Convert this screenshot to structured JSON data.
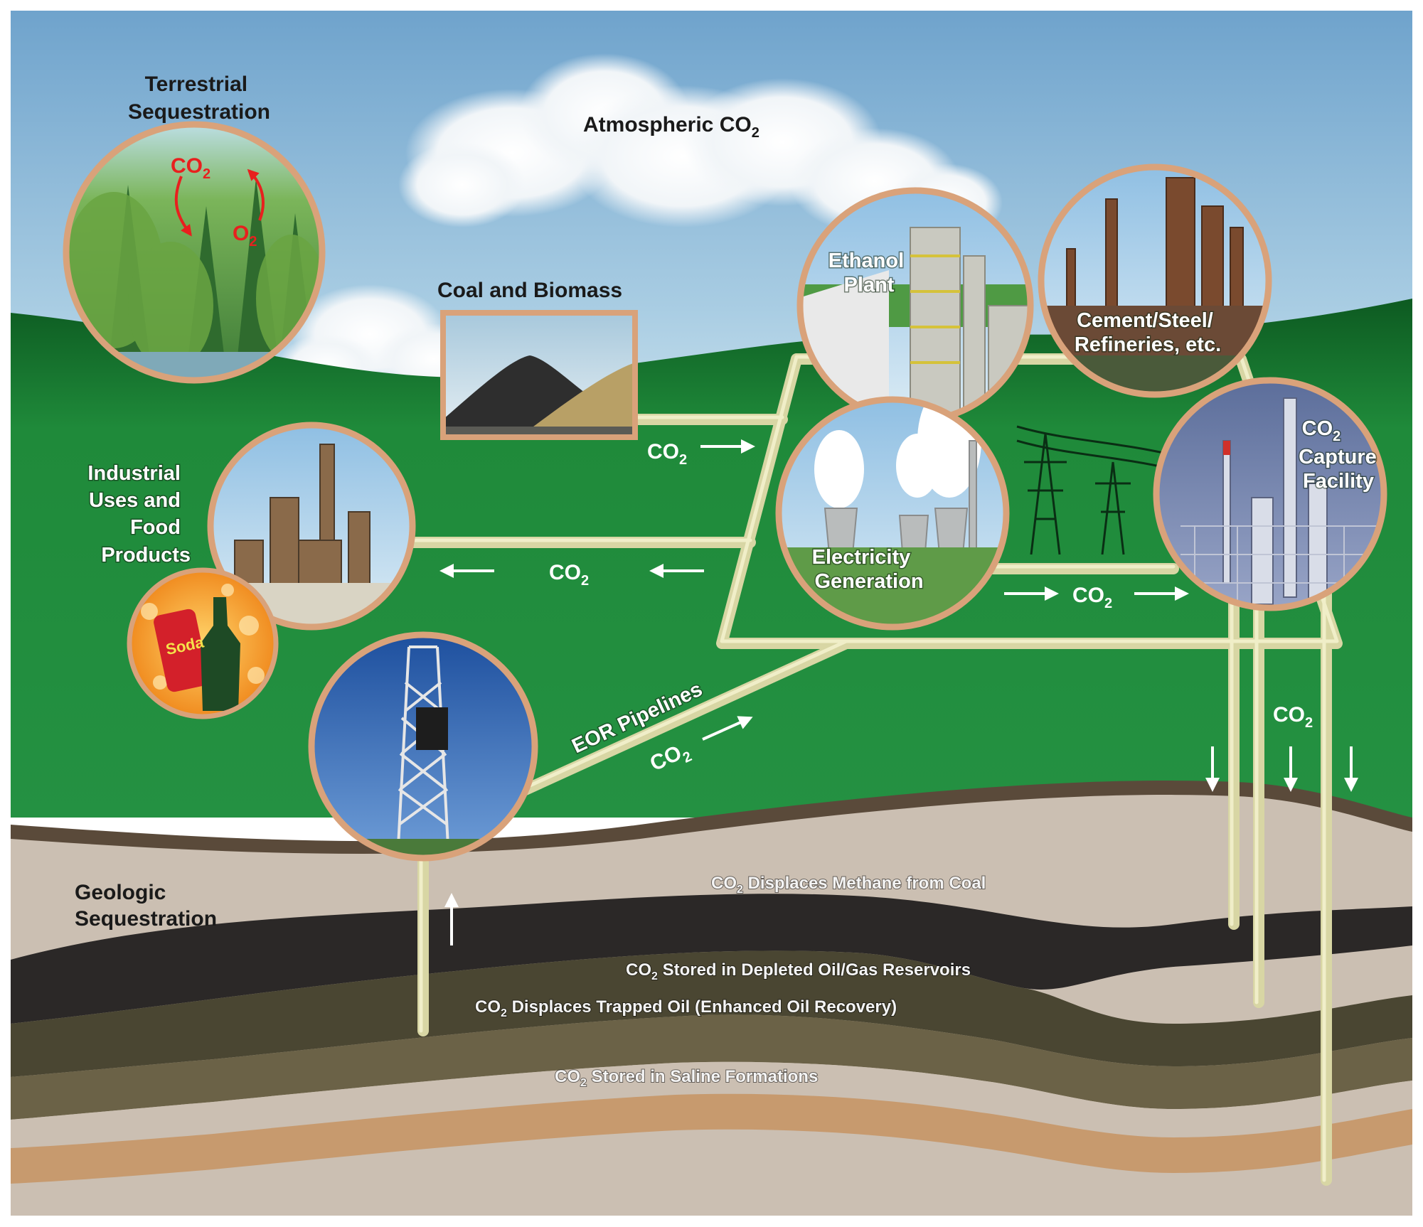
{
  "labels": {
    "atmospheric": "Atmospheric CO",
    "sub2": "2",
    "terrestrial_1": "Terrestrial",
    "terrestrial_2": "Sequestration",
    "coal_biomass": "Coal and Biomass",
    "ethanol_1": "Ethanol",
    "ethanol_2": "Plant",
    "cement_1": "Cement/Steel/",
    "cement_2": "Refineries, etc.",
    "industrial_1": "Industrial",
    "industrial_2": "Uses and",
    "industrial_3": "Food",
    "industrial_4": "Products",
    "electricity_1": "Electricity",
    "electricity_2": "Generation",
    "capture_1": "CO",
    "capture_2": "Capture",
    "capture_3": "Facility",
    "eor": "EOR Pipelines",
    "geologic_1": "Geologic",
    "geologic_2": "Sequestration",
    "co": "CO",
    "o": "O",
    "soda": "Soda"
  },
  "layers": {
    "methane": " Displaces Methane from Coal",
    "depleted": " Stored in Depleted Oil/Gas Reservoirs",
    "trapped": " Displaces Trapped Oil (Enhanced Oil Recovery)",
    "saline": " Stored in Saline Formations"
  },
  "colors": {
    "sky_top": "#6fa3cc",
    "sky_bottom": "#d9ebf4",
    "grass": "#1f8a3a",
    "grass_dark": "#0f6326",
    "pipe": "#e9e7b8",
    "circle_border": "#d9a27a",
    "soil": "#cbbfb2",
    "coal_layer": "#2b2827",
    "oil_layer": "#4a4632",
    "brown_layer": "#7a5a3e",
    "saline_layer": "#c79a6e"
  }
}
